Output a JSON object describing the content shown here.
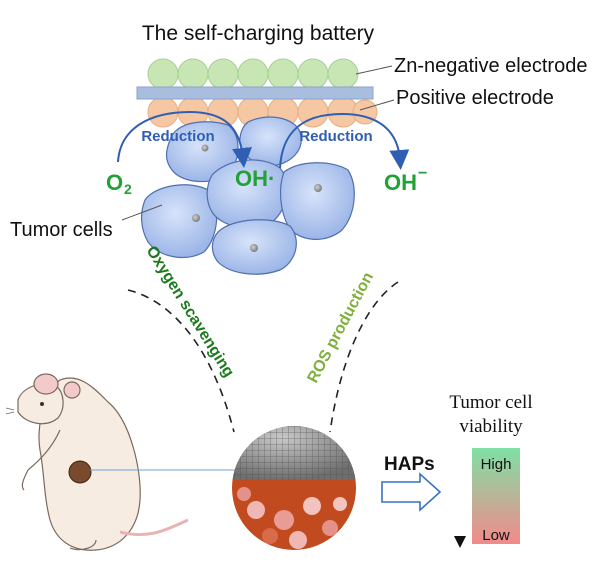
{
  "title": "The self-charging battery",
  "labels": {
    "negative_electrode": "Zn-negative electrode",
    "positive_electrode": "Positive electrode",
    "reduction_left": "Reduction",
    "reduction_right": "Reduction",
    "o2_main": "O",
    "o2_sub": "2",
    "oh_radical": "OH·",
    "oh_minus": "OH",
    "oh_minus_sup": "−",
    "tumor_cells": "Tumor cells",
    "oxygen_scavenging": "Oxygen scavenging",
    "ros_production": "ROS production",
    "haps": "HAPs",
    "viability_line1": "Tumor cell",
    "viability_line2": "viability",
    "high": "High",
    "low": "Low"
  },
  "colors": {
    "negative_balls": "#c8e6b4",
    "positive_balls": "#f5c7a3",
    "electrode_bar": "#a9bddf",
    "cell_fill": "#a9c1ec",
    "cell_stroke": "#4f6fb0",
    "reduction_text": "#2f5fb3",
    "species_green": "#21a136",
    "oxygen_label": "#1d7a1d",
    "ros_label": "#7fb03c",
    "gradient_top": "#7fe0a6",
    "gradient_bottom": "#f28a8a"
  }
}
